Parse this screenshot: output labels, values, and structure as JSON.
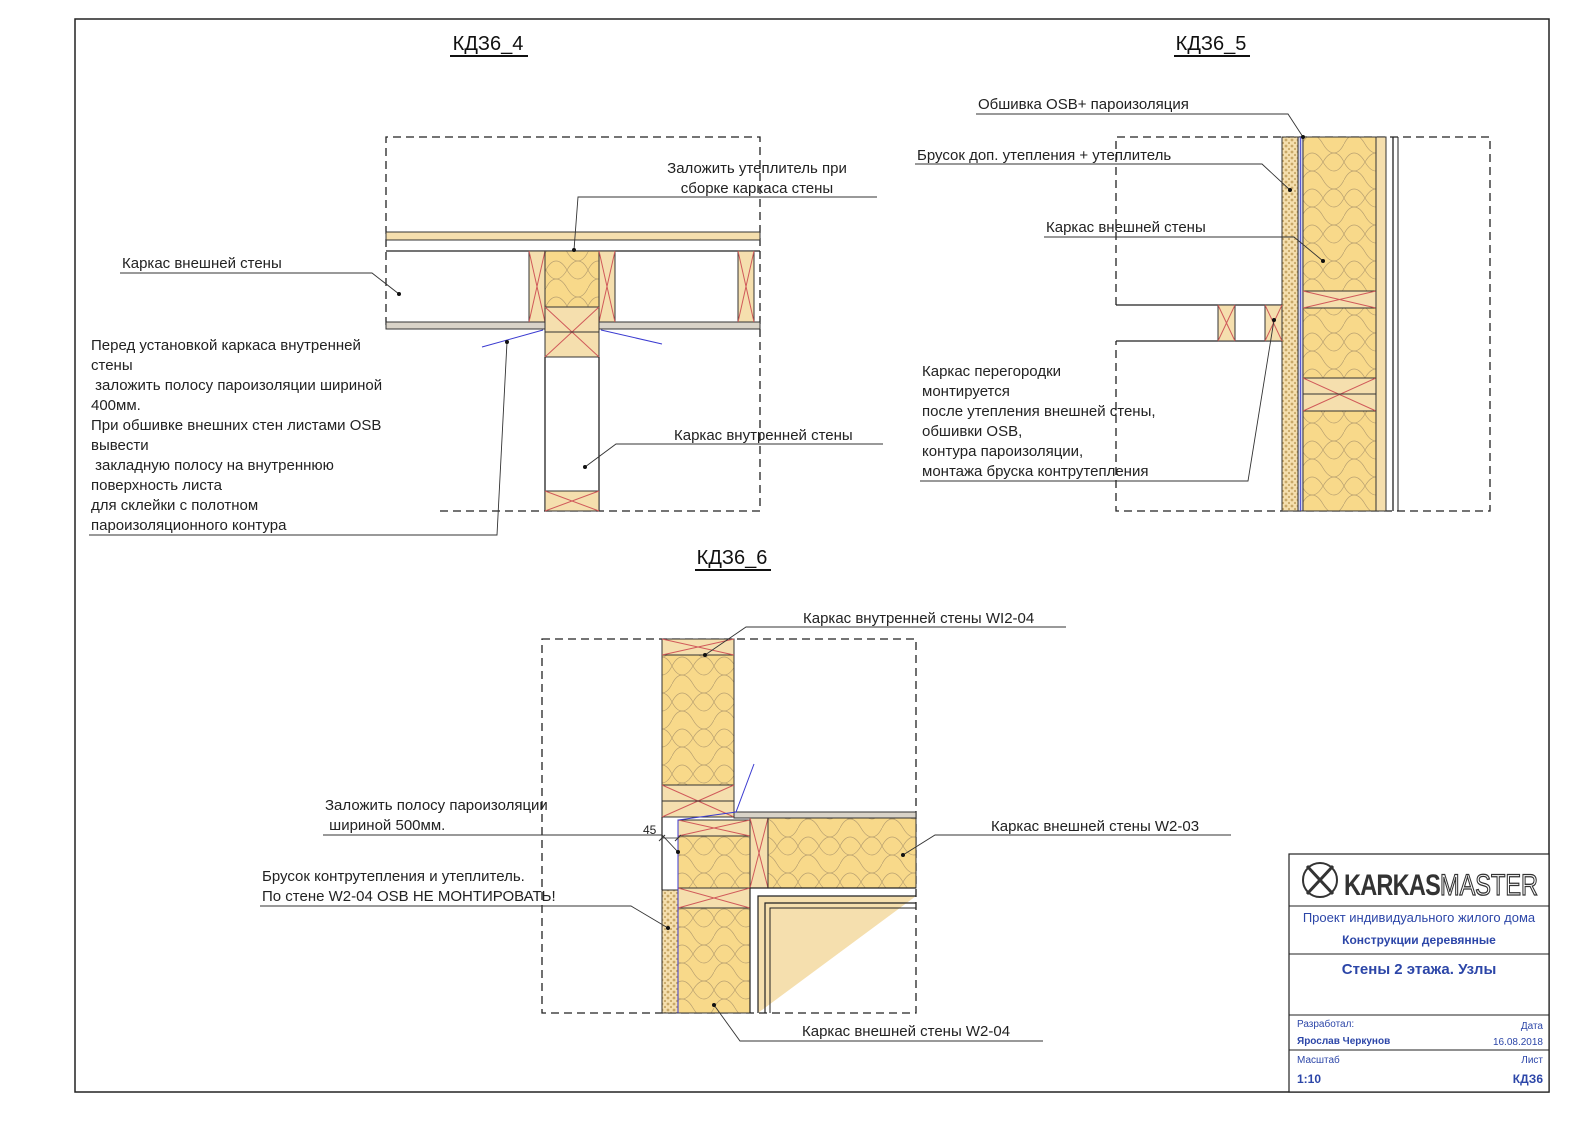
{
  "titles": {
    "n4": "КДЗ6_4",
    "n5": "КДЗ6_5",
    "n6": "КДЗ6_6"
  },
  "node4": {
    "insul_note_1": "Заложить утеплитель при",
    "insul_note_2": "сборке каркаса стены",
    "outer_wall": "Каркас внешней стены",
    "inner_wall": "Каркас внутренней стены",
    "note_lines": [
      "Перед установкой каркаса внутренней",
      "стены",
      " заложить полосу пароизоляции шириной",
      "400мм.",
      "При обшивке внешних стен листами OSB",
      "вывести",
      " закладную полосу на внутреннюю",
      "поверхность листа",
      "для склейки с полотном",
      "пароизоляционного контура"
    ]
  },
  "node5": {
    "osb": "Обшивка OSB+ пароизоляция",
    "bar": "Брусок доп. утепления + утеплитель",
    "outer_wall": "Каркас внешней стены",
    "note_lines": [
      "Каркас перегородки",
      "монтируется",
      "после утепления внешней стены,",
      "обшивки OSB,",
      "контура пароизоляции,",
      "монтажа бруска контрутепления"
    ]
  },
  "node6": {
    "inner_wall": "Каркас внутренней стены WI2-04",
    "strip_1": "Заложить полосу пароизоляции",
    "strip_2": " шириной 500мм.",
    "dim": "45",
    "outer_w203": "Каркас внешней стены W2-03",
    "bar_1": "Брусок контрутепления и утеплитель.",
    "bar_2": "По стене W2-04 OSB НЕ МОНТИРОВАТЬ!",
    "outer_w204": "Каркас внешней стены W2-04"
  },
  "stamp": {
    "logo_a": "KARKAS",
    "logo_b": "MASTER",
    "project": "Проект индивидуального жилого дома",
    "section": "Конструкции деревянные",
    "sheet_title": "Стены 2 этажа. Узлы",
    "dev_label": "Разработал:",
    "dev_name": "Ярослав Черкунов",
    "date_label": "Дата",
    "date_value": "16.08.2018",
    "scale_label": "Масштаб",
    "scale_value": "1:10",
    "sheet_label": "Лист",
    "sheet_value": "КДЗ6"
  },
  "colors": {
    "wood": "#f5dfae",
    "insulation": "#f8d98a",
    "cross": "#d05a5a",
    "membrane": "#3a3ad0",
    "stamp_text": "#2c46a8"
  }
}
